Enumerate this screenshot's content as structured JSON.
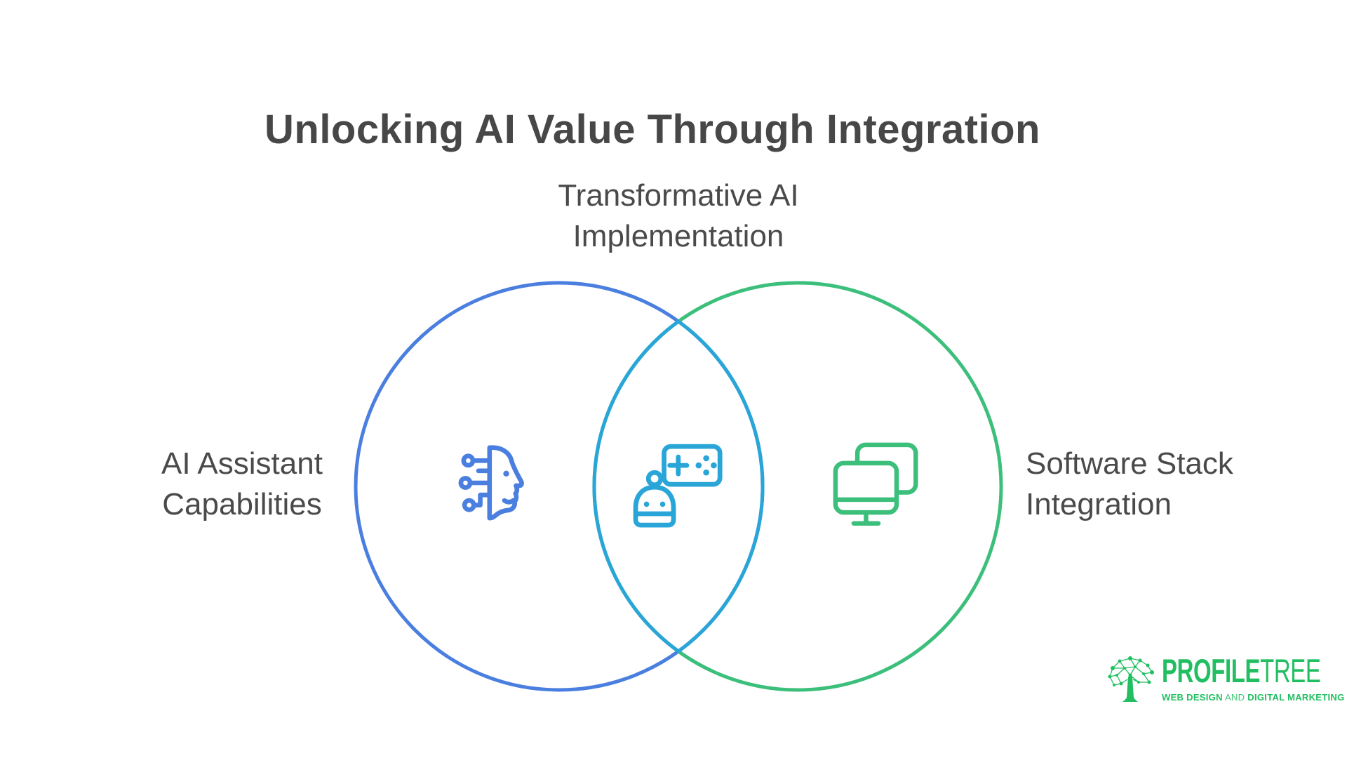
{
  "title": {
    "text": "Unlocking AI Value Through Integration"
  },
  "venn": {
    "type": "venn-diagram",
    "intersection_label": "Transformative AI\nImplementation",
    "left_set": {
      "label": "AI Assistant\nCapabilities",
      "icon": "ai-head-icon",
      "circle_color": "#4a7fe0"
    },
    "right_set": {
      "label": "Software Stack\nIntegration",
      "icon": "dual-monitors-icon",
      "circle_color": "#3dbf7c"
    },
    "intersection": {
      "icon": "robot-controller-icon",
      "outline_color": "#29a5d8"
    }
  },
  "colors": {
    "background": "#ffffff",
    "heading_text": "#474747",
    "label_text": "#4a4a4a",
    "blue": "#4a7fe0",
    "green": "#3dbf7c",
    "cyan": "#29a5d8",
    "logo_green": "#21bf61"
  },
  "logo": {
    "name_bold": "PROFILE",
    "name_light": "TREE",
    "tagline_part1": "WEB DESIGN",
    "tagline_and": " AND ",
    "tagline_part2": "DIGITAL MARKETING"
  }
}
